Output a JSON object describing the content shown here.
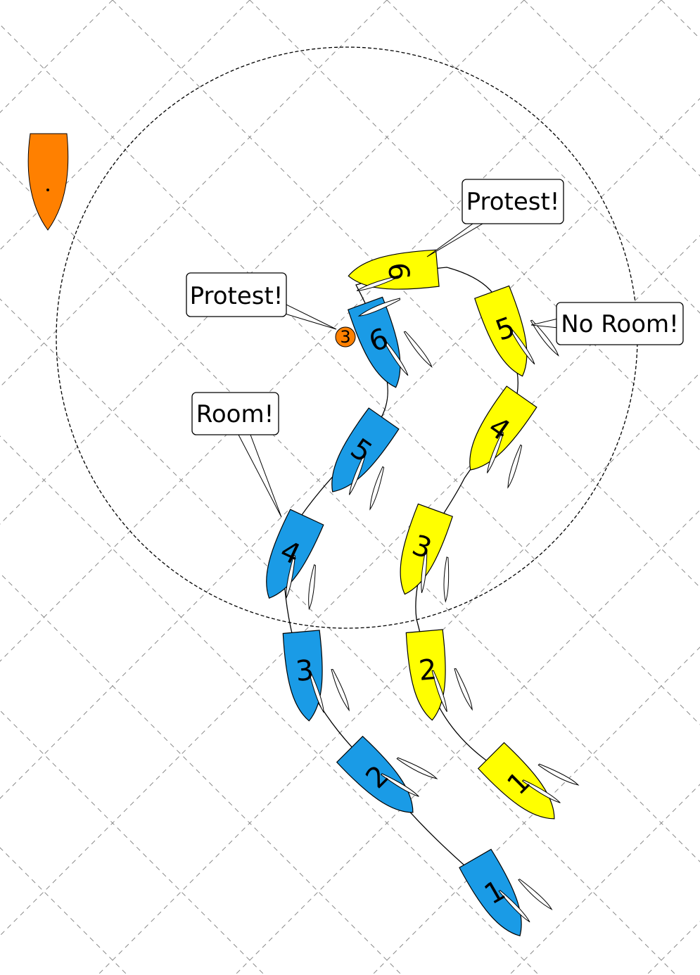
{
  "colors": {
    "blue": "#1a9be6",
    "yellow": "#ffff00",
    "orange": "#ff8000",
    "grid": "#8a8a8a",
    "outline": "#000000"
  },
  "committee_boat": {
    "icon": "committee-boat-icon"
  },
  "mark": {
    "label": "3"
  },
  "blue_boats": [
    {
      "label": "1"
    },
    {
      "label": "2"
    },
    {
      "label": "3"
    },
    {
      "label": "4"
    },
    {
      "label": "5"
    },
    {
      "label": "6"
    }
  ],
  "yellow_boats": [
    {
      "label": "1"
    },
    {
      "label": "2"
    },
    {
      "label": "3"
    },
    {
      "label": "4"
    },
    {
      "label": "5"
    },
    {
      "label": "6"
    }
  ],
  "callouts": {
    "protest_top": "Protest!",
    "protest_left": "Protest!",
    "no_room": "No Room!",
    "room": "Room!"
  }
}
